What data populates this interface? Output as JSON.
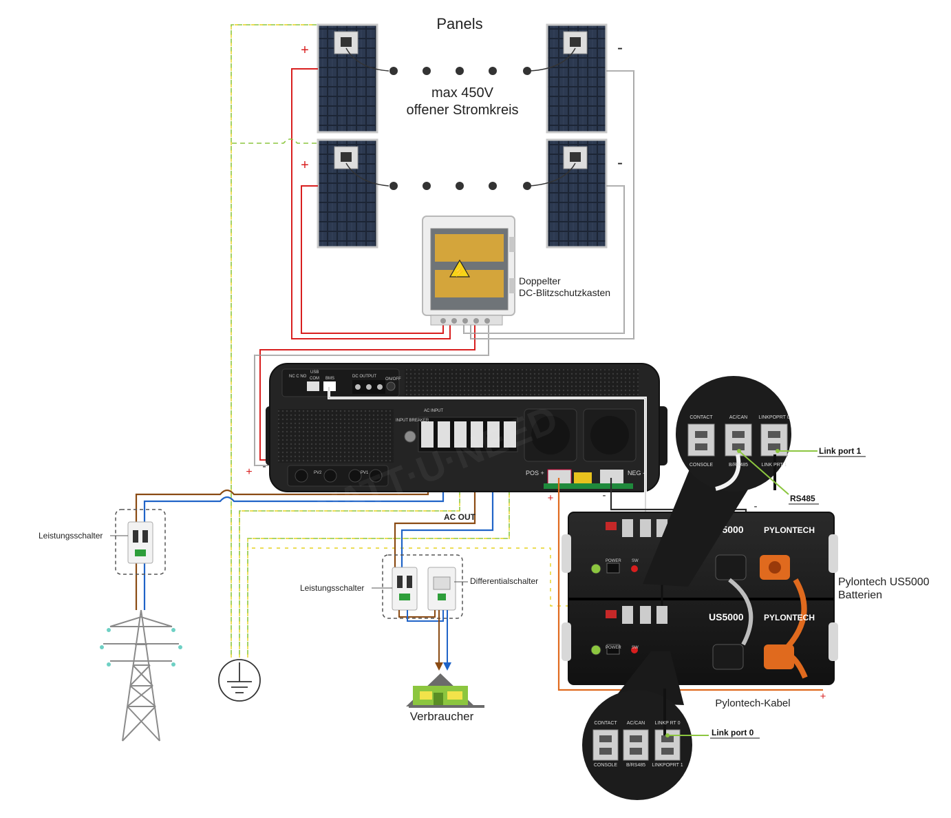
{
  "panels": {
    "title": "Panels",
    "voltage_line1": "max 450V",
    "voltage_line2": "offener Stromkreis",
    "plus": "+",
    "minus": "-"
  },
  "combiner": {
    "label_line1": "Doppelter",
    "label_line2": "DC-Blitzschutzkasten"
  },
  "inverter": {
    "ports": {
      "usb": "USB",
      "com": "COM",
      "bms": "BMS",
      "dc_output": "DC OUTPUT",
      "on_off": "ON/OFF",
      "nc_c_no": "NC C NO",
      "ac_input": "AC INPUT",
      "input_breaker": "INPUT BREAKER",
      "pv2": "PV2",
      "pv1": "PV1",
      "pos": "POS +",
      "neg": "NEG -"
    },
    "ac_out": "AC OUT",
    "plus": "+",
    "minus": "-"
  },
  "grid": {
    "breaker_label": "Leistungsschalter"
  },
  "loads": {
    "breaker_label": "Leistungsschalter",
    "rcd_label": "Differentialschalter",
    "consumer_label": "Verbraucher"
  },
  "battery": {
    "model": "US5000",
    "brand": "PYLONTECH",
    "label_line1": "Pylontech US5000",
    "label_line2": "Batterien",
    "cable_label": "Pylontech-Kabel",
    "power": "POWER",
    "sw": "SW",
    "plus": "+",
    "minus": "-"
  },
  "zoom_top": {
    "contact": "CONTACT",
    "accan": "AC/CAN",
    "linkport": "LINKPOPRT 0",
    "console": "CONSOLE",
    "brs": "B/RS485",
    "linkport1": "LINK PRT 1",
    "link_label": "Link port 1",
    "rs485_label": "RS485"
  },
  "zoom_bottom": {
    "contact": "CONTACT",
    "accan": "AC/CAN",
    "linkport": "LINKP  RT 0",
    "console": "CONSOLE",
    "brs": "B/RS485",
    "linkport1": "LINKPOPRT 1",
    "link_label": "Link port 0"
  },
  "watermark": "WATT·U·NEED",
  "colors": {
    "red": "#d81e1e",
    "black": "#2a2a2a",
    "brown": "#8a4a12",
    "blue": "#1f63c7",
    "ground_green": "#8cc63f",
    "ground_yellow": "#e6d21e",
    "orange_cable": "#e06a1e"
  }
}
